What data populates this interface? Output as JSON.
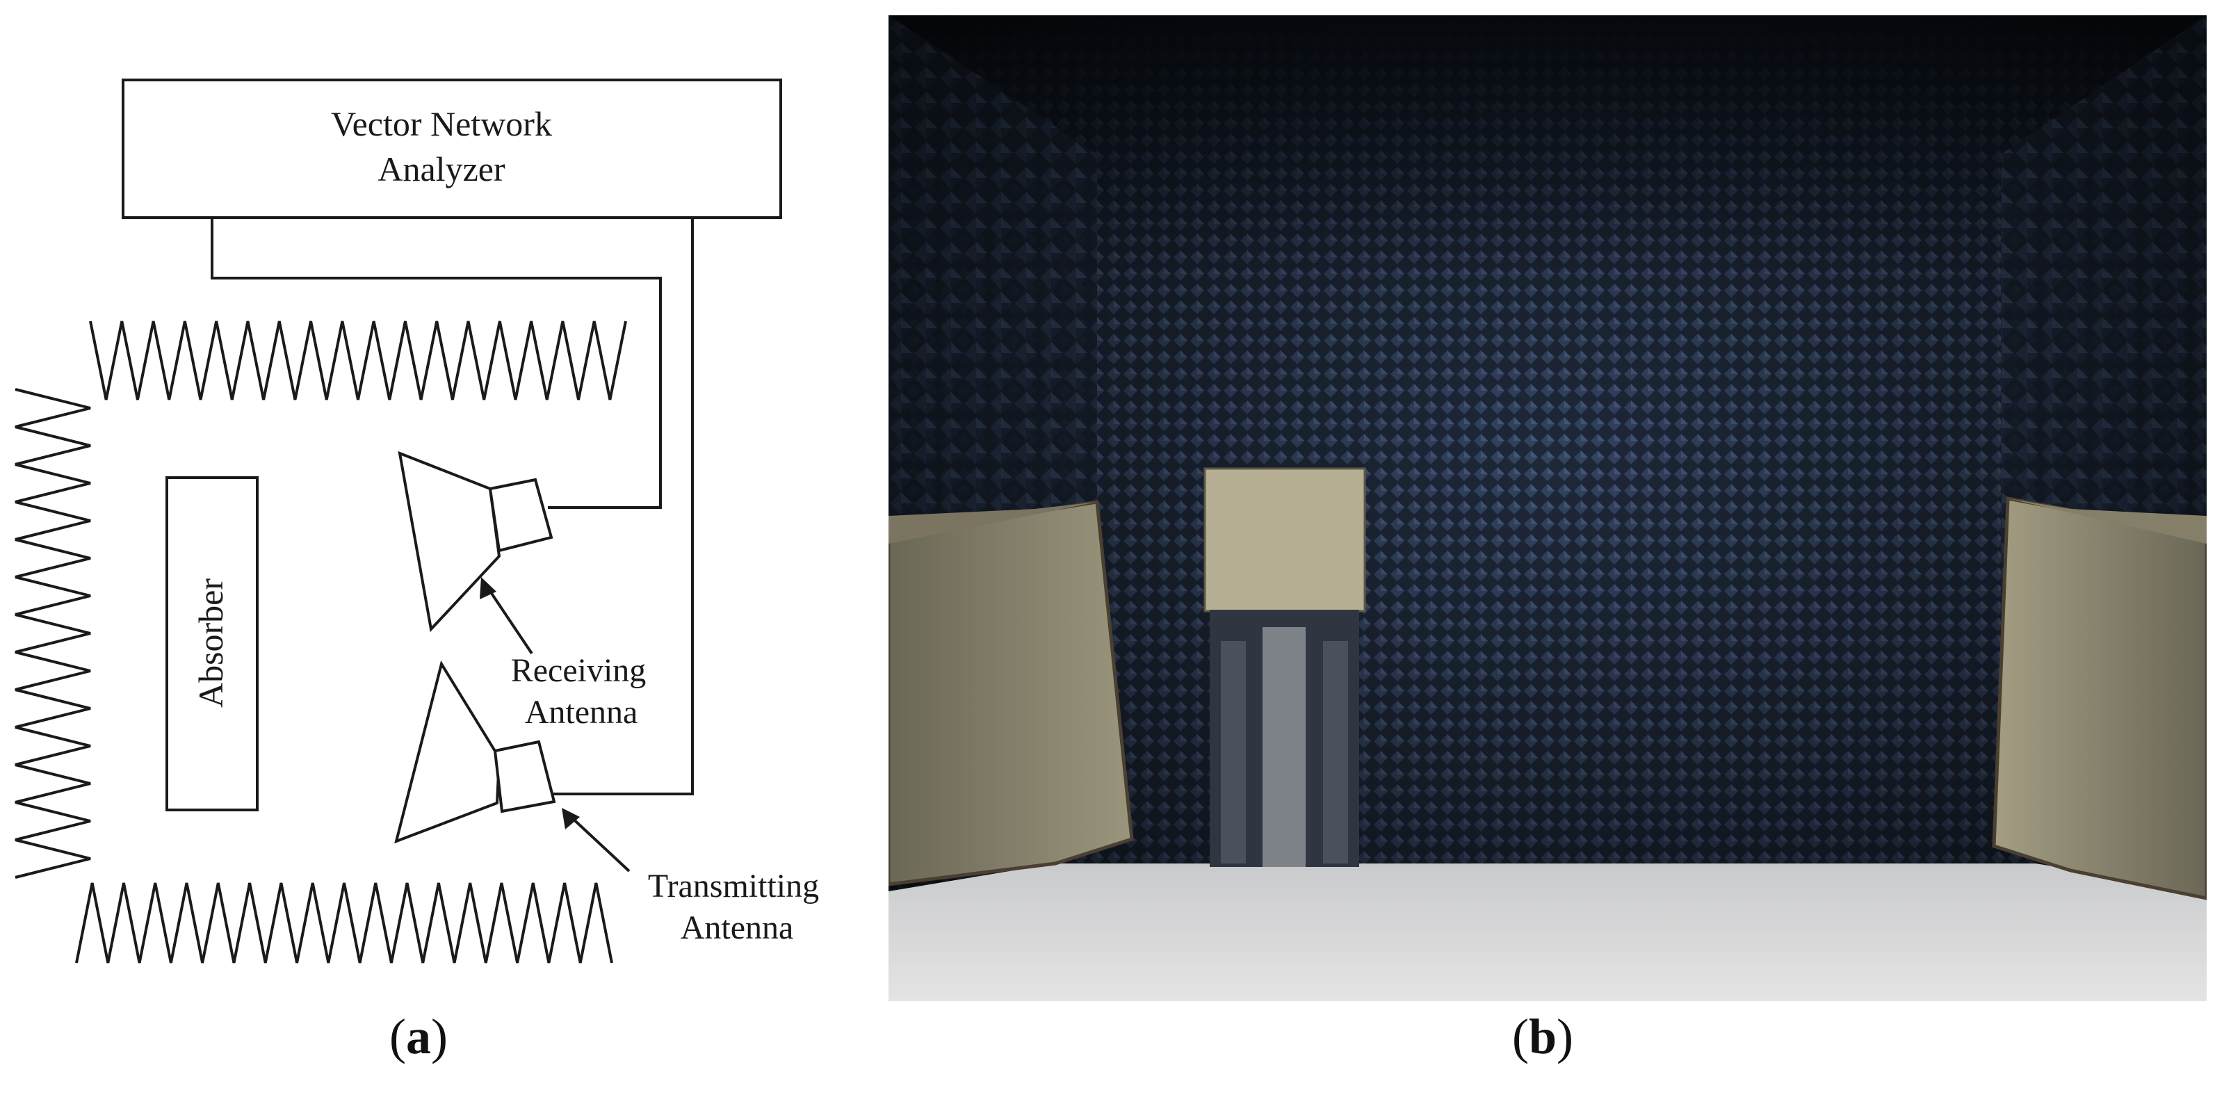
{
  "panel_a": {
    "analyzer_label_line1": "Vector Network",
    "analyzer_label_line2": "Analyzer",
    "absorber_label": "Absorber",
    "receiving_label_line1": "Receiving",
    "receiving_label_line2": "Antenna",
    "transmitting_label_line1": "Transmitting",
    "transmitting_label_line2": "Antenna"
  },
  "captions": {
    "a_letter": "a",
    "b_letter": "b"
  },
  "colors": {
    "line": "#1a1a1a",
    "chamber_dark": "#0f1621",
    "absorber_blue": "#2b3a55",
    "horn_metal": "#8a8570",
    "floor": "#d9d9d9"
  }
}
